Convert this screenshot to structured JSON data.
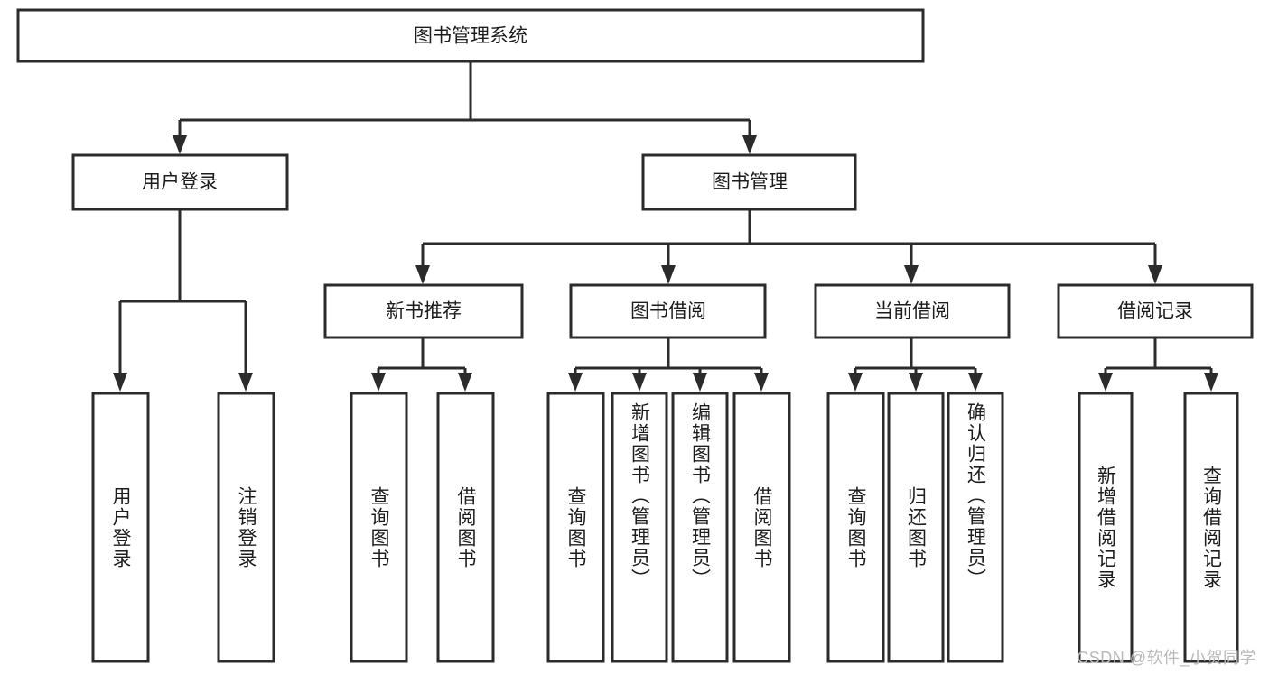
{
  "diagram": {
    "title": "图书管理系统",
    "type": "tree-structure-chart",
    "orientation": "top-down",
    "root": {
      "id": "root",
      "label": "图书管理系统"
    },
    "level2": [
      {
        "id": "user-login",
        "label": "用户登录"
      },
      {
        "id": "book-manage",
        "label": "图书管理"
      }
    ],
    "level3": [
      {
        "id": "new-book-rec",
        "label": "新书推荐",
        "parent": "book-manage"
      },
      {
        "id": "book-borrow",
        "label": "图书借阅",
        "parent": "book-manage"
      },
      {
        "id": "current-borrow",
        "label": "当前借阅",
        "parent": "book-manage"
      },
      {
        "id": "borrow-record",
        "label": "借阅记录",
        "parent": "book-manage"
      }
    ],
    "leaves": [
      {
        "id": "leaf-user-login",
        "label": "用户登录",
        "parent": "user-login"
      },
      {
        "id": "leaf-user-logout",
        "label": "注销登录",
        "parent": "user-login"
      },
      {
        "id": "leaf-rec-query",
        "label": "查询图书",
        "parent": "new-book-rec"
      },
      {
        "id": "leaf-rec-borrow",
        "label": "借阅图书",
        "parent": "new-book-rec"
      },
      {
        "id": "leaf-borrow-query",
        "label": "查询图书",
        "parent": "book-borrow"
      },
      {
        "id": "leaf-borrow-add",
        "label": "新增图书（管理员）",
        "parent": "book-borrow"
      },
      {
        "id": "leaf-borrow-edit",
        "label": "编辑图书（管理员）",
        "parent": "book-borrow"
      },
      {
        "id": "leaf-borrow-do",
        "label": "借阅图书",
        "parent": "book-borrow"
      },
      {
        "id": "leaf-cur-query",
        "label": "查询图书",
        "parent": "current-borrow"
      },
      {
        "id": "leaf-cur-return",
        "label": "归还图书",
        "parent": "current-borrow"
      },
      {
        "id": "leaf-cur-confirm",
        "label": "确认归还（管理员）",
        "parent": "current-borrow"
      },
      {
        "id": "leaf-rec-add",
        "label": "新增借阅记录",
        "parent": "borrow-record"
      },
      {
        "id": "leaf-rec-query2",
        "label": "查询借阅记录",
        "parent": "borrow-record"
      }
    ],
    "colors": {
      "box_fill": "#ffffff",
      "box_stroke": "#2b2b2b",
      "connector": "#2b2b2b",
      "text": "#1c1c1c",
      "background": "#ffffff",
      "watermark": "#b9b9b9"
    }
  },
  "watermark": {
    "text": "CSDN @软件_小贺同学"
  }
}
